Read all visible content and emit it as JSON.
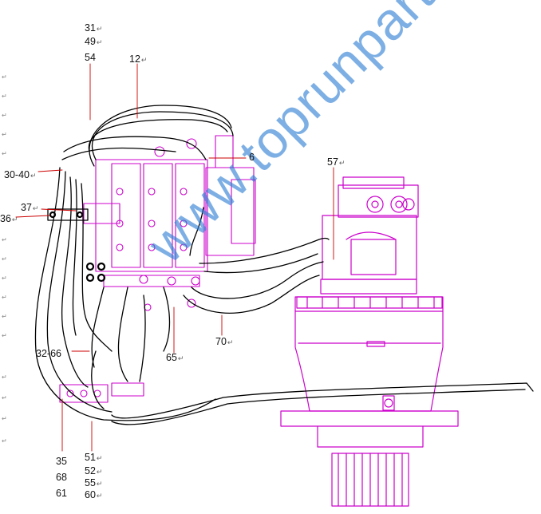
{
  "watermark": "www.toprunpart.com",
  "return_mark": "↵",
  "colors": {
    "hose": "#000000",
    "component": "#cc00cc",
    "watermark": "#2f7fd4",
    "leader": "#cc0000"
  },
  "labels": {
    "l31": "31",
    "l49": "49",
    "l54": "54",
    "l12": "12",
    "l6": "6",
    "l3040": "30-40",
    "l37": "37",
    "l36": "36",
    "l57": "57",
    "l3266": "32-66",
    "l65": "65",
    "l70": "70",
    "l35": "35",
    "l68": "68",
    "l61": "61",
    "l51": "51",
    "l52": "52",
    "l55": "55",
    "l60": "60"
  }
}
